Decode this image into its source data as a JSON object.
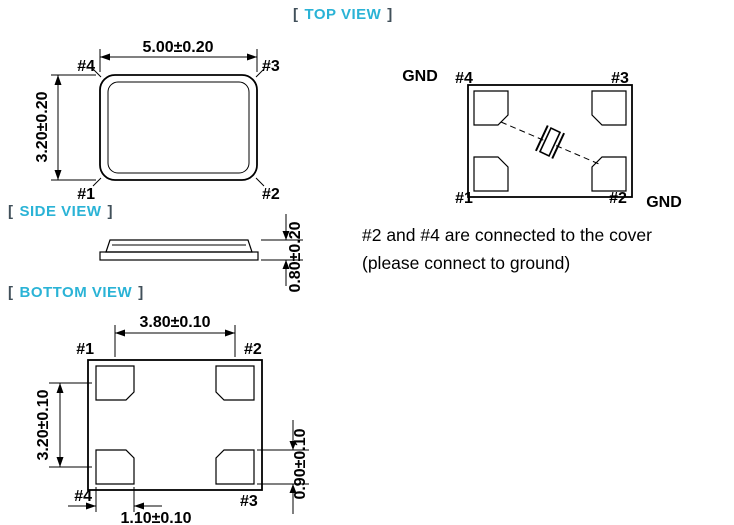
{
  "labels": {
    "bracket_open": "[",
    "bracket_close": "]",
    "top_view": "TOP VIEW",
    "side_view": "SIDE VIEW",
    "bottom_view": "BOTTOM VIEW"
  },
  "top_view": {
    "dim_width": "5.00±0.20",
    "dim_height": "3.20±0.20",
    "pins": {
      "top_left": "#4",
      "top_right": "#3",
      "bottom_left": "#1",
      "bottom_right": "#2"
    }
  },
  "side_view": {
    "dim_thickness": "0.80±0.20"
  },
  "bottom_view": {
    "dim_pad_pitch_x": "3.80±0.10",
    "dim_pad_pitch_y": "3.20±0.10",
    "dim_pad_height": "0.90±0.10",
    "dim_pad_width": "1.10±0.10",
    "pins": {
      "top_left": "#1",
      "top_right": "#2",
      "bottom_left": "#4",
      "bottom_right": "#3"
    }
  },
  "schematic": {
    "gnd_top_left": "GND",
    "gnd_bottom_right": "GND",
    "pins": {
      "top_left": "#4",
      "top_right": "#3",
      "bottom_left": "#1",
      "bottom_right": "#2"
    }
  },
  "note": {
    "line1": "#2 and #4 are connected to the cover",
    "line2": "(please connect to ground)"
  },
  "colors": {
    "accent_cyan": "#2ab3d6",
    "bracket_gray": "#41505a",
    "line_black": "#000000",
    "background": "#ffffff"
  }
}
